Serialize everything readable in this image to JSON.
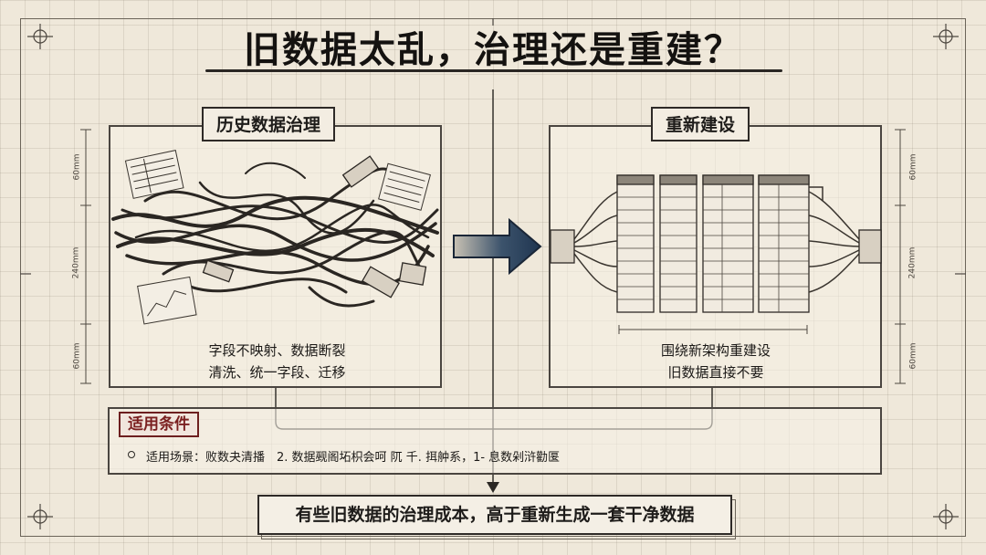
{
  "title": "旧数据太乱，治理还是重建？",
  "left_panel": {
    "label": "历史数据治理",
    "caption_line1": "字段不映射、数据断裂",
    "caption_line2": "清洗、统一字段、迁移"
  },
  "right_panel": {
    "label": "重新建设",
    "caption_line1": "围绕新架构重建设",
    "caption_line2": "旧数据直接不要"
  },
  "dimensions": {
    "top": "60mm",
    "middle": "240mm",
    "bottom": "60mm"
  },
  "conditions": {
    "tag": "适用条件",
    "text": "适用场景：败数夬清播　2. 数据觋阁坧枳会呵 阢 千. 挕舯系，1- 息数剁浒勸匽"
  },
  "conclusion": "有些旧数据的治理成本，高于重新生成一套干净数据",
  "colors": {
    "paper": "#efe8da",
    "ink": "#1e1c1a",
    "arrow_navy": "#1f3550",
    "tag_red": "#7a1f1f"
  },
  "icons": [
    "crosshair-corner-icon",
    "tangled-cables-illustration",
    "document-sheet-icon",
    "arrow-right-icon",
    "server-rack-illustration",
    "connector-plug-icon"
  ]
}
